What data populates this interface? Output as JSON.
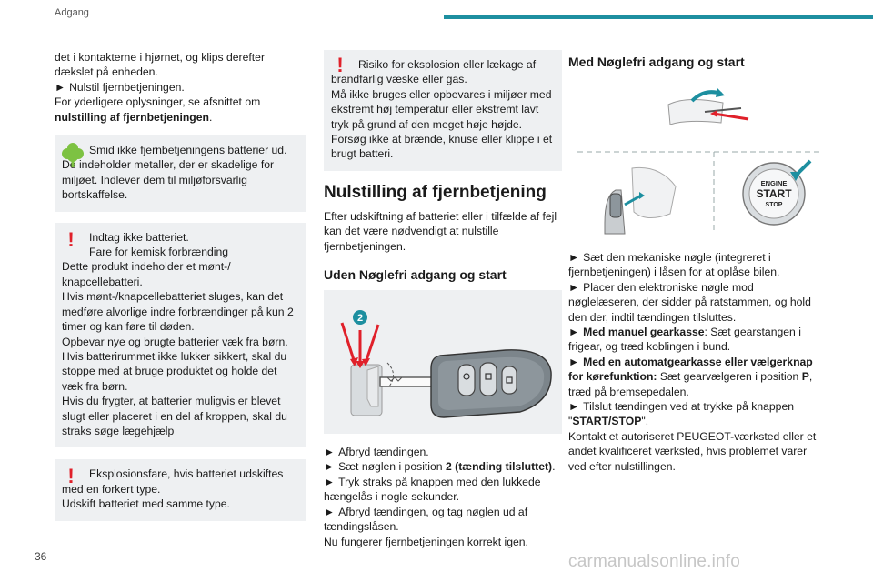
{
  "header": {
    "title": "Adgang"
  },
  "page_number": "36",
  "watermark": "carmanualsonline.info",
  "col1": {
    "intro": [
      "det i kontakterne i hjørnet, og klips derefter dækslet på enheden."
    ],
    "step1_arrow": "►",
    "step1": "Nulstil fjernbetjeningen.",
    "more_info": "For yderligere oplysninger, se afsnittet om",
    "more_info_bold": "nulstilling af fjernbetjeningen",
    "more_info_end": ".",
    "env_box": "Smid ikke fjernbetjeningens batterier ud. De indeholder metaller, der er skadelige for miljøet. Indlever dem til miljøforsvarlig bortskaffelse.",
    "warn_box1": {
      "icon": "!",
      "lines": [
        "Indtag ikke batteriet.",
        "Fare for kemisk forbrænding",
        "Dette produkt indeholder et mønt-/ knapcellebatteri.",
        "Hvis mønt-/knapcellebatteriet sluges, kan det medføre alvorlige indre forbrændinger på kun 2 timer og kan føre til døden.",
        "Opbevar nye og brugte batterier væk fra børn.",
        "Hvis batterirummet ikke lukker sikkert, skal du stoppe med at bruge produktet og holde det væk fra børn.",
        "Hvis du frygter, at batterier muligvis er blevet slugt eller placeret i en del af kroppen, skal du straks søge lægehjælp"
      ]
    },
    "warn_box2": {
      "icon": "!",
      "line1": "Eksplosionsfare, hvis batteriet udskiftes med en forkert type.",
      "line2": "Udskift batteriet med samme type."
    }
  },
  "col2": {
    "warn_box": {
      "icon": "!",
      "line1": "Risiko for eksplosion eller lækage af brandfarlig væske eller gas.",
      "line2": "Må ikke bruges eller opbevares i miljøer med ekstremt høj temperatur eller ekstremt lavt tryk på grund af den meget høje højde.",
      "line3": "Forsøg ikke at brænde, knuse eller klippe i et brugt batteri."
    },
    "heading": "Nulstilling af fjernbetjening",
    "body": "Efter udskiftning af batteriet eller i tilfælde af fejl kan det være nødvendigt at nulstille fjernbetjeningen.",
    "subheading": "Uden Nøglefri adgang og start",
    "illus_badge": "2",
    "steps": [
      {
        "pre": "Afbryd tændingen.",
        "bold": "",
        "post": ""
      },
      {
        "pre": "Sæt nøglen i position ",
        "bold": "2 (tænding tilsluttet)",
        "post": "."
      },
      {
        "pre": "Tryk straks på knappen med den lukkede hængelås i nogle sekunder.",
        "bold": "",
        "post": ""
      },
      {
        "pre": "Afbryd tændingen, og tag nøglen ud af tændingslåsen.",
        "bold": "",
        "post": ""
      }
    ],
    "closing": "Nu fungerer fjernbetjeningen korrekt igen."
  },
  "col3": {
    "heading": "Med Nøglefri adgang og start",
    "button_text": {
      "l1": "ENGINE",
      "l2": "START",
      "l3": "STOP"
    },
    "step1": "Sæt den mekaniske nøgle (integreret i fjernbetjeningen) i låsen for at oplåse bilen.",
    "step2": "Placer den elektroniske nøgle mod nøglelæseren, der sidder på ratstammen, og hold den der, indtil tændingen tilsluttes.",
    "step3_bold": "Med manuel gearkasse",
    "step3": ": Sæt gearstangen i frigear, og træd koblingen i bund.",
    "step4_bold": "Med en automatgearkasse eller vælgerknap for kørefunktion:",
    "step4_pre": " Sæt gearvælgeren i position ",
    "step4_p": "P",
    "step4_post": ", træd på bremsepedalen.",
    "step5_pre": "Tilslut tændingen ved at trykke på knappen \"",
    "step5_bold": "START/STOP",
    "step5_post": "\".",
    "closing": "Kontakt et autoriseret PEUGEOT-værksted eller et andet kvalificeret værksted, hvis problemet varer ved efter nulstillingen."
  },
  "colors": {
    "accent": "#1d8fa0",
    "warning": "#e0202a",
    "eco": "#7dc242",
    "box_bg": "#eef0f2"
  }
}
